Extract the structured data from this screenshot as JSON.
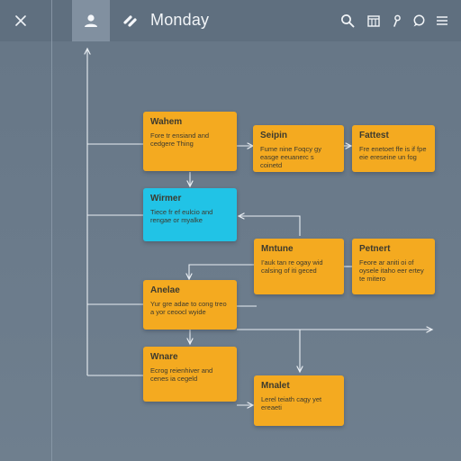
{
  "header": {
    "app_title": "Monday",
    "icons": {
      "close": "close-icon",
      "user": "user-icon",
      "logo": "monday-logo-icon",
      "search": "search-icon",
      "board": "board-view-icon",
      "pin": "pin-icon",
      "chat": "chat-icon",
      "menu": "menu-icon"
    }
  },
  "colors": {
    "background": "#6a7a89",
    "card_orange": "#f4aa20",
    "card_cyan": "#21c3e6",
    "connector": "#e9eef3"
  },
  "cards": [
    {
      "title": "Wahem",
      "body": "Fore tr ensiand and cedgere Thing"
    },
    {
      "title": "Seipin",
      "body": "Fume nine Foqcy gy easge eeuanerc s coinetd"
    },
    {
      "title": "Fattest",
      "body": "Fre enetoet ffe is if fpe eie ereseine un fog"
    },
    {
      "title": "Wirmer",
      "body": "Tiece fr ef eulcio and rengae or myalke"
    },
    {
      "title": "Mntune",
      "body": "I'auk tan re ogay wid calsing of iti geced"
    },
    {
      "title": "Petnert",
      "body": "Feore ar aniti oi of oysele itaho eer ertey te mitero"
    },
    {
      "title": "Anelae",
      "body": "Yur gre adae to cong treo a yor ceoocl wyide"
    },
    {
      "title": "Wnare",
      "body": "Ecrog reienhiver and cenes ia cegeld"
    },
    {
      "title": "Mnalet",
      "body": "Lerel teiath cagy yet ereaeti"
    }
  ]
}
